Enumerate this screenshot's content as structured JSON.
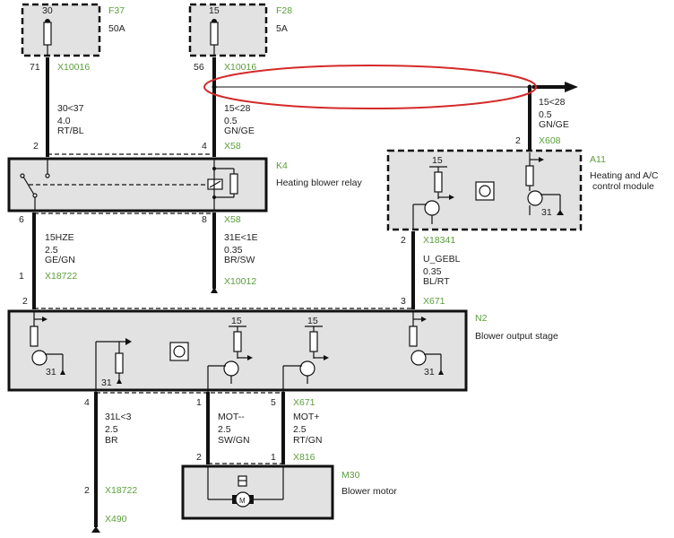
{
  "components": {
    "f37": {
      "id": "F37",
      "terminal": "30",
      "rating": "50A"
    },
    "f28": {
      "id": "F28",
      "terminal": "15",
      "rating": "5A"
    },
    "k4": {
      "id": "K4",
      "name": "Heating blower relay"
    },
    "a11": {
      "id": "A11",
      "name_line1": "Heating and A/C",
      "name_line2": "control module",
      "supply": "15",
      "ground": "31"
    },
    "n2": {
      "id": "N2",
      "name": "Blower output stage",
      "supply_a": "15",
      "supply_b": "15",
      "ground_a": "31",
      "ground_b": "31",
      "ground_c": "31"
    },
    "m30": {
      "id": "M30",
      "name": "Blower motor"
    }
  },
  "connectors": {
    "f37_out": {
      "pin": "71",
      "id": "X10016"
    },
    "f28_out": {
      "pin": "56",
      "id": "X10016"
    },
    "k4_in1": {
      "pin": "2"
    },
    "k4_in2": {
      "pin": "4",
      "id": "X58"
    },
    "k4_out1": {
      "pin": "6"
    },
    "k4_out2": {
      "pin": "8",
      "id": "X58"
    },
    "mid1": {
      "pin": "1",
      "id": "X18722"
    },
    "ground1": {
      "id": "X10012"
    },
    "a11_in": {
      "pin": "2",
      "id": "X608"
    },
    "a11_out": {
      "pin": "2",
      "id": "X18341"
    },
    "n2_in1": {
      "pin": "2"
    },
    "n2_in2": {
      "pin": "3",
      "id": "X671"
    },
    "n2_out4": {
      "pin": "4"
    },
    "n2_out1": {
      "pin": "1"
    },
    "n2_out5": {
      "pin": "5",
      "id": "X671"
    },
    "m30_in2": {
      "pin": "2"
    },
    "m30_in1": {
      "pin": "1",
      "id": "X816"
    },
    "gnd_conn": {
      "pin": "2",
      "id": "X18722"
    },
    "gnd_end": {
      "id": "X490"
    }
  },
  "wires": {
    "w1": {
      "signal": "30<37",
      "size": "4.0",
      "color": "RT/BL"
    },
    "w2": {
      "signal": "15<28",
      "size": "0.5",
      "color": "GN/GE"
    },
    "w3": {
      "signal": "15<28",
      "size": "0.5",
      "color": "GN/GE"
    },
    "w4": {
      "signal": "15HZE",
      "size": "2.5",
      "color": "GE/GN"
    },
    "w5": {
      "signal": "31E<1E",
      "size": "0.35",
      "color": "BR/SW"
    },
    "w6": {
      "signal": "U_GEBL",
      "size": "0.35",
      "color": "BL/RT"
    },
    "w7": {
      "signal": "31L<3",
      "size": "2.5",
      "color": "BR"
    },
    "w8": {
      "signal": "MOT--",
      "size": "2.5",
      "color": "SW/GN"
    },
    "w9": {
      "signal": "MOT+",
      "size": "2.5",
      "color": "RT/GN"
    }
  },
  "colors": {
    "connector_label": "#5a9e3a",
    "highlight": "#d42a2a",
    "component_fill": "#e2e2e2"
  }
}
